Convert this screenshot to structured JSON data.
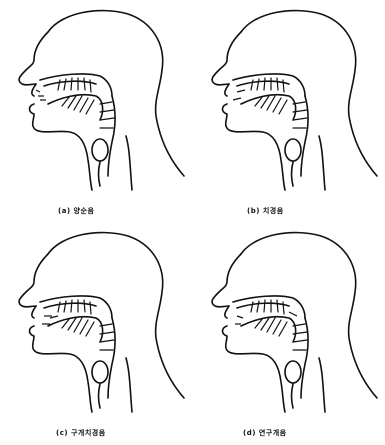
{
  "figure": {
    "panels": [
      {
        "caption": "(a) 양순음"
      },
      {
        "caption": "(b) 치경음"
      },
      {
        "caption": "(c) 구개치경음"
      },
      {
        "caption": "(d) 연구개음"
      }
    ]
  }
}
